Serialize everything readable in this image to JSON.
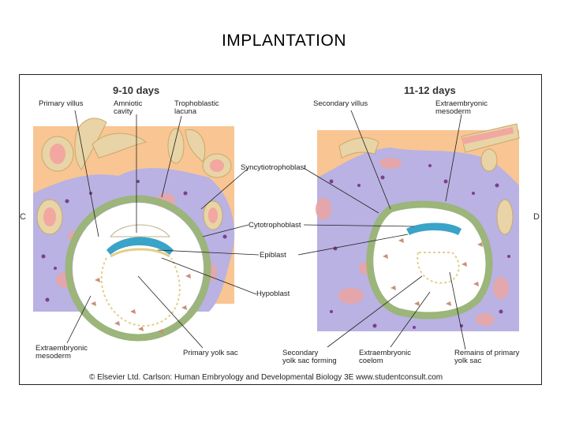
{
  "title": "IMPLANTATION",
  "figure": {
    "stage_left": "9-10 days",
    "stage_right": "11-12 days",
    "section_marker_left": "C",
    "section_marker_right": "D",
    "labels": {
      "primary_villus": "Primary villus",
      "amniotic_cavity": "Amniotic\ncavity",
      "trophoblastic_lacuna": "Trophoblastic\nlacuna",
      "syncytiotrophoblast": "Syncytiotrophoblast",
      "cytotrophoblast": "Cytotrophoblast",
      "epiblast": "Epiblast",
      "hypoblast": "Hypoblast",
      "extraembryonic_mesoderm_left": "Extraembryonic\nmesoderm",
      "primary_yolk_sac": "Primary yolk sac",
      "secondary_villus": "Secondary villus",
      "extraembryonic_mesoderm_right": "Extraembryonic\nmesoderm",
      "secondary_yolk_sac_forming": "Secondary\nyolk sac forming",
      "extraembryonic_coelom": "Extraembryonic\ncoelom",
      "remains_primary_yolk_sac": "Remains of primary\nyolk sac"
    },
    "credit": "© Elsevier Ltd. Carlson: Human Embryology and Developmental Biology 3E www.studentconsult.com",
    "colors": {
      "endometrium": "#f8c593",
      "syncytiotrophoblast": "#b9b2e2",
      "nuclei": "#7b3f8e",
      "cytotrophoblast": "#9bb57a",
      "epiblast": "#3aa3c8",
      "gland": "#f2a7a0",
      "gland_cells": "#e8d4a6",
      "lacuna": "#e9a5a5",
      "mesoderm": "#c98e77"
    }
  }
}
